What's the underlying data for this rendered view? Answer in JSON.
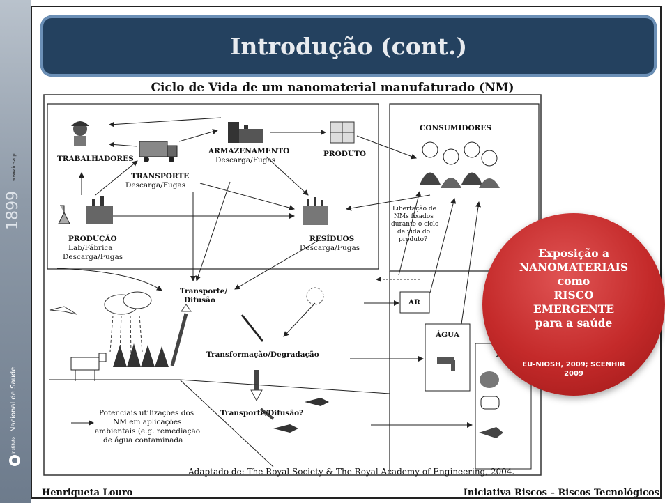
{
  "slide": {
    "title": "Introdução (cont.)",
    "subtitle": "Ciclo de Vida de um nanomaterial manufaturado (NM)",
    "caption": "Adaptado de: The Royal Society & The Royal Academy of Engineering, 2004.",
    "footer_left": "Henriqueta Louro",
    "footer_right": "Iniciativa Riscos – Riscos Tecnológicos"
  },
  "sidebar": {
    "year": "1899",
    "institute": "Nacional de Saúde",
    "institute_prefix": "Instituto",
    "url": "www.insa.pt"
  },
  "diagram": {
    "trabalhadores": "TRABALHADORES",
    "transporte": "TRANSPORTE",
    "transporte_sub": "Descarga/Fugas",
    "armazenamento": "ARMAZENAMENTO",
    "armazenamento_sub": "Descarga/Fugas",
    "produto": "PRODUTO",
    "consumidores": "CONSUMIDORES",
    "producao": "PRODUÇÃO",
    "producao_l2": "Lab/Fábrica",
    "producao_l3": "Descarga/Fugas",
    "residuos": "RESÍDUOS",
    "residuos_sub": "Descarga/Fugas",
    "libertacao_l1": "Libertação de",
    "libertacao_l2": "NMs fixados",
    "libertacao_l3": "durante o ciclo",
    "libertacao_l4": "de vida do",
    "libertacao_l5": "produto?",
    "transporte_difusao_l1": "Transporte/",
    "transporte_difusao_l2": "Difusão",
    "ar": "AR",
    "agua": "ÁGUA",
    "transformacao": "Transformação/Degradação",
    "transporte_difusao_q": "Transporte/Difusão?",
    "potenciais_l1": "Potenciais utilizações dos",
    "potenciais_l2": "NM em aplicações",
    "potenciais_l3": "ambientais (e.g. remediação",
    "potenciais_l4": "de água contaminada",
    "alimentos_partial": "Ali"
  },
  "bubble": {
    "l1": "Exposição a",
    "l2": "NANOMATERIAIS",
    "l3": "como",
    "l4": "RISCO",
    "l5": "EMERGENTE",
    "l6": "para a saúde",
    "ref1": "EU-NIOSH, 2009; SCENHIR",
    "ref2": "2009"
  },
  "colors": {
    "title_bg": "#24415f",
    "title_border": "#6b8fb6",
    "bubble": "#c42a2a"
  }
}
